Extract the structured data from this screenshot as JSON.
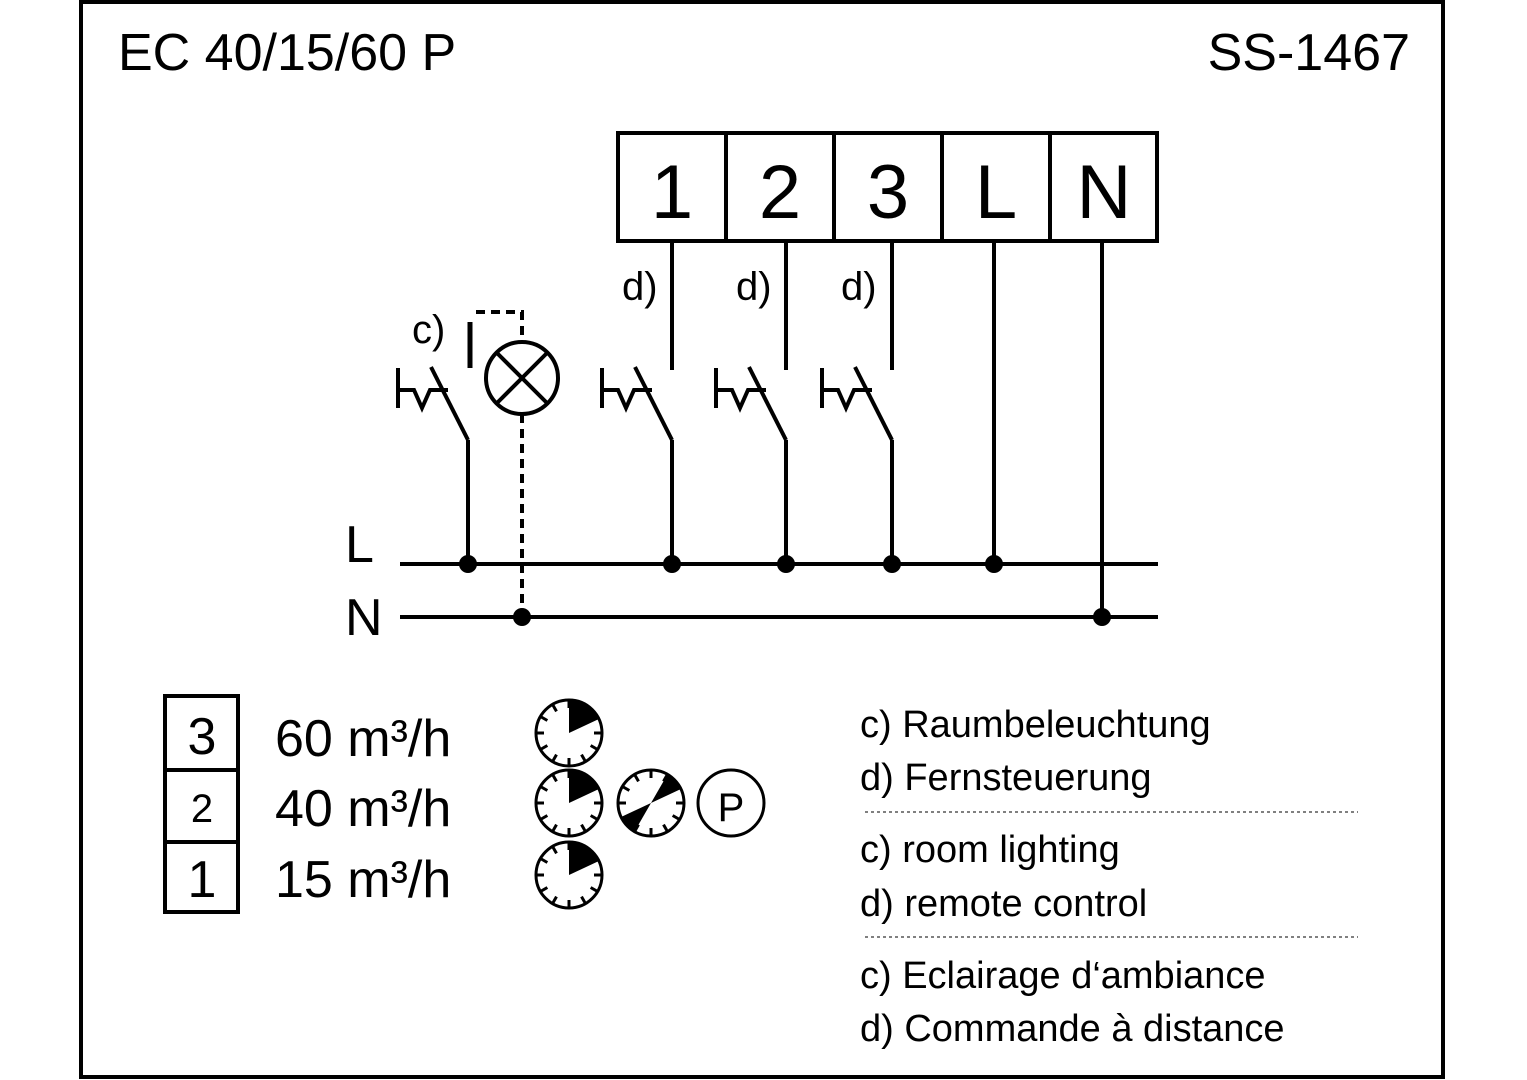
{
  "header": {
    "model": "EC 40/15/60 P",
    "code": "SS-1467"
  },
  "terminals": [
    "1",
    "2",
    "3",
    "L",
    "N"
  ],
  "wire_labels": {
    "d": "d)",
    "c": "c)"
  },
  "bus": {
    "line": "L",
    "neutral": "N"
  },
  "speeds": [
    {
      "level": "3",
      "flow": "60 m³/h"
    },
    {
      "level": "2",
      "flow": "40 m³/h"
    },
    {
      "level": "1",
      "flow": "15 m³/h"
    }
  ],
  "p_symbol": "P",
  "legend": {
    "de": [
      "c) Raumbeleuchtung",
      "d) Fernsteuerung"
    ],
    "en": [
      "c) room lighting",
      "d) remote control"
    ],
    "fr": [
      "c) Eclairage d‘ambiance",
      "d) Commande à distance"
    ]
  }
}
